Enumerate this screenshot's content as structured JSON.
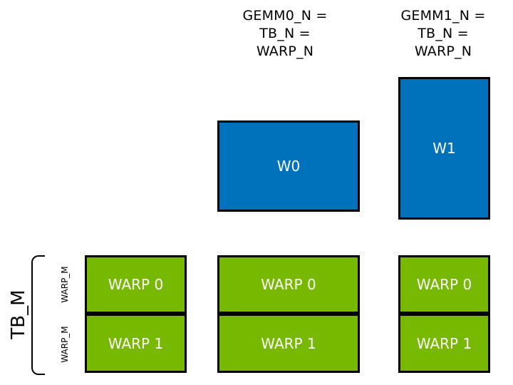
{
  "colors": {
    "blue": "#0072BC",
    "green": "#76B900",
    "border": "#000000",
    "box_text": "#FFFFFF",
    "label_text": "#000000"
  },
  "diagram": {
    "column_headers": [
      {
        "text": "GEMM0_N =\nTB_N =\nWARP_N"
      },
      {
        "text": "GEMM1_N =\nTB_N =\nWARP_N"
      }
    ],
    "blue_tiles": [
      {
        "label": "W0"
      },
      {
        "label": "W1"
      }
    ],
    "left_axis": {
      "tb_label": "TB_M",
      "warp_row_labels": [
        "WARP_M",
        "WARP_M"
      ]
    },
    "green_columns": [
      {
        "rows": [
          {
            "label": "WARP 0"
          },
          {
            "label": "WARP 1"
          }
        ]
      },
      {
        "rows": [
          {
            "label": "WARP 0"
          },
          {
            "label": "WARP 1"
          }
        ]
      },
      {
        "rows": [
          {
            "label": "WARP 0"
          },
          {
            "label": "WARP 1"
          }
        ]
      }
    ]
  }
}
